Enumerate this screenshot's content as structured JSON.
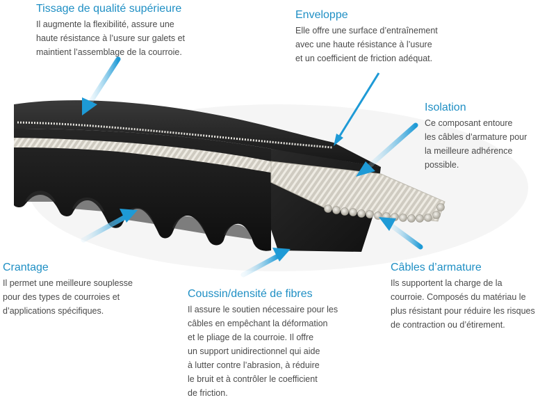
{
  "callouts": [
    {
      "id": "tissage",
      "title": "Tissage de qualité supérieure",
      "lines": [
        "Il augmente la flexibilité, assure une",
        "haute résistance à l’usure sur galets et",
        "maintient l’assemblage de la courroie."
      ]
    },
    {
      "id": "enveloppe",
      "title": "Enveloppe",
      "lines": [
        "Elle offre une surface d’entraînement",
        "avec une haute résistance à l’usure",
        "et un coefficient de friction adéquat."
      ]
    },
    {
      "id": "isolation",
      "title": "Isolation",
      "lines": [
        "Ce composant entoure",
        "les câbles d’armature pour",
        "la meilleure adhérence",
        "possible."
      ]
    },
    {
      "id": "crantage",
      "title": "Crantage",
      "lines": [
        "Il permet une meilleure souplesse",
        "pour des types de courroies et",
        "d’applications spécifiques."
      ]
    },
    {
      "id": "coussin",
      "title": "Coussin/densité de fibres",
      "lines": [
        "Il assure le soutien nécessaire pour les",
        "câbles en empêchant la déformation",
        "et le pliage de la courroie. Il offre",
        "un support unidirectionnel qui aide",
        "à lutter contre l’abrasion, à réduire",
        "le bruit et à contrôler le coefficient",
        "de friction."
      ]
    },
    {
      "id": "cables",
      "title": "Câbles d’armature",
      "lines": [
        "Ils supportent la charge de la",
        "courroie. Composés du matériau le",
        "plus résistant pour réduire les risques",
        "de contraction ou d’étirement."
      ]
    }
  ],
  "colors": {
    "title": "#1f8fc4",
    "body_text": "#4a4a4a",
    "arrow": "#1e9ad6",
    "belt": "#1c1c1c",
    "cord": "#d9d6cf"
  },
  "icons": [
    "arrow-pointer-icon"
  ]
}
